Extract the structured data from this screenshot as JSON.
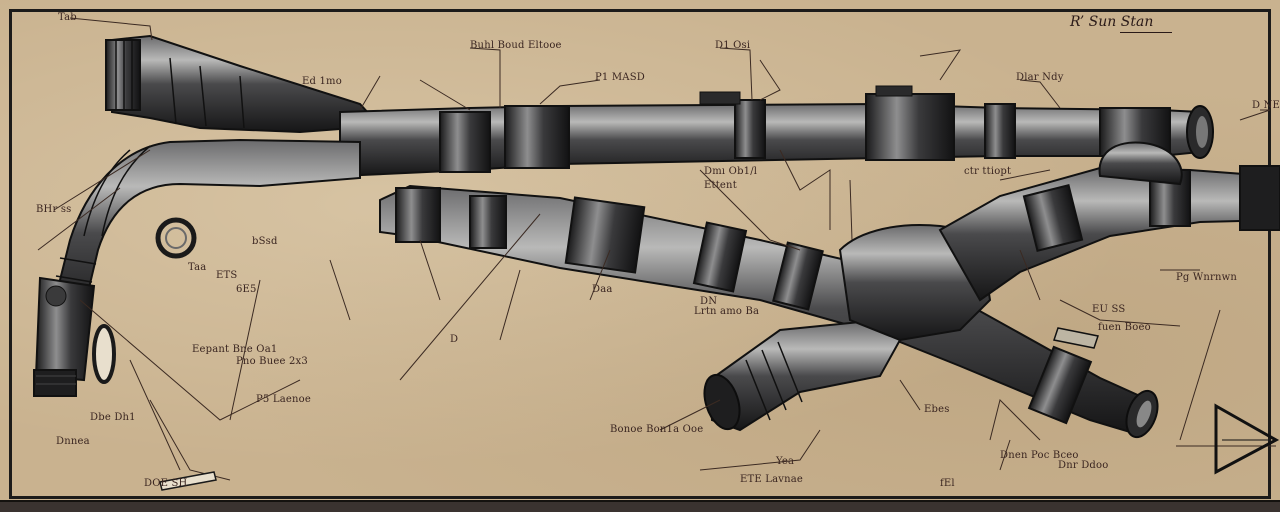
{
  "title": "R’ Sun Stan",
  "labels": {
    "l01": "Tab",
    "l02": "Buhl Boud Eltooe",
    "l03": "D1 Osi",
    "l04": "Ed 1mo",
    "l05": "P1 MASD",
    "l06": "Dlar Ndy",
    "l07": "D NE",
    "l08": "Dmı Ob1/l",
    "l09": "Ettent",
    "l10": "ctr ttiopt",
    "l11": "BHr ss",
    "l12": "bSsd",
    "l13": "Taa",
    "l14": "ETS",
    "l15": "6E5",
    "l16": "Daa",
    "l17": "DN",
    "l18": "Lrtn amo Ba",
    "l19": "Pg Wnrnwn",
    "l20": "EU SS",
    "l21": "fuen Boeo",
    "l22": "D",
    "l23": "Eepant Bne Oa1",
    "l24": "Pno Buee 2x3",
    "l25": "P5 Laenoe",
    "l26": "Dbe Dh1",
    "l27": "Ebes",
    "l28": "Bonoe Bon1a Ooe",
    "l29": "Dnr Ddoo",
    "l30": "Dnnea",
    "l31": "Dnen Poc Bceo",
    "l32": "DOE SH",
    "l33": "Yea",
    "l34": "ETE Lavnae",
    "l35": "fEl"
  }
}
